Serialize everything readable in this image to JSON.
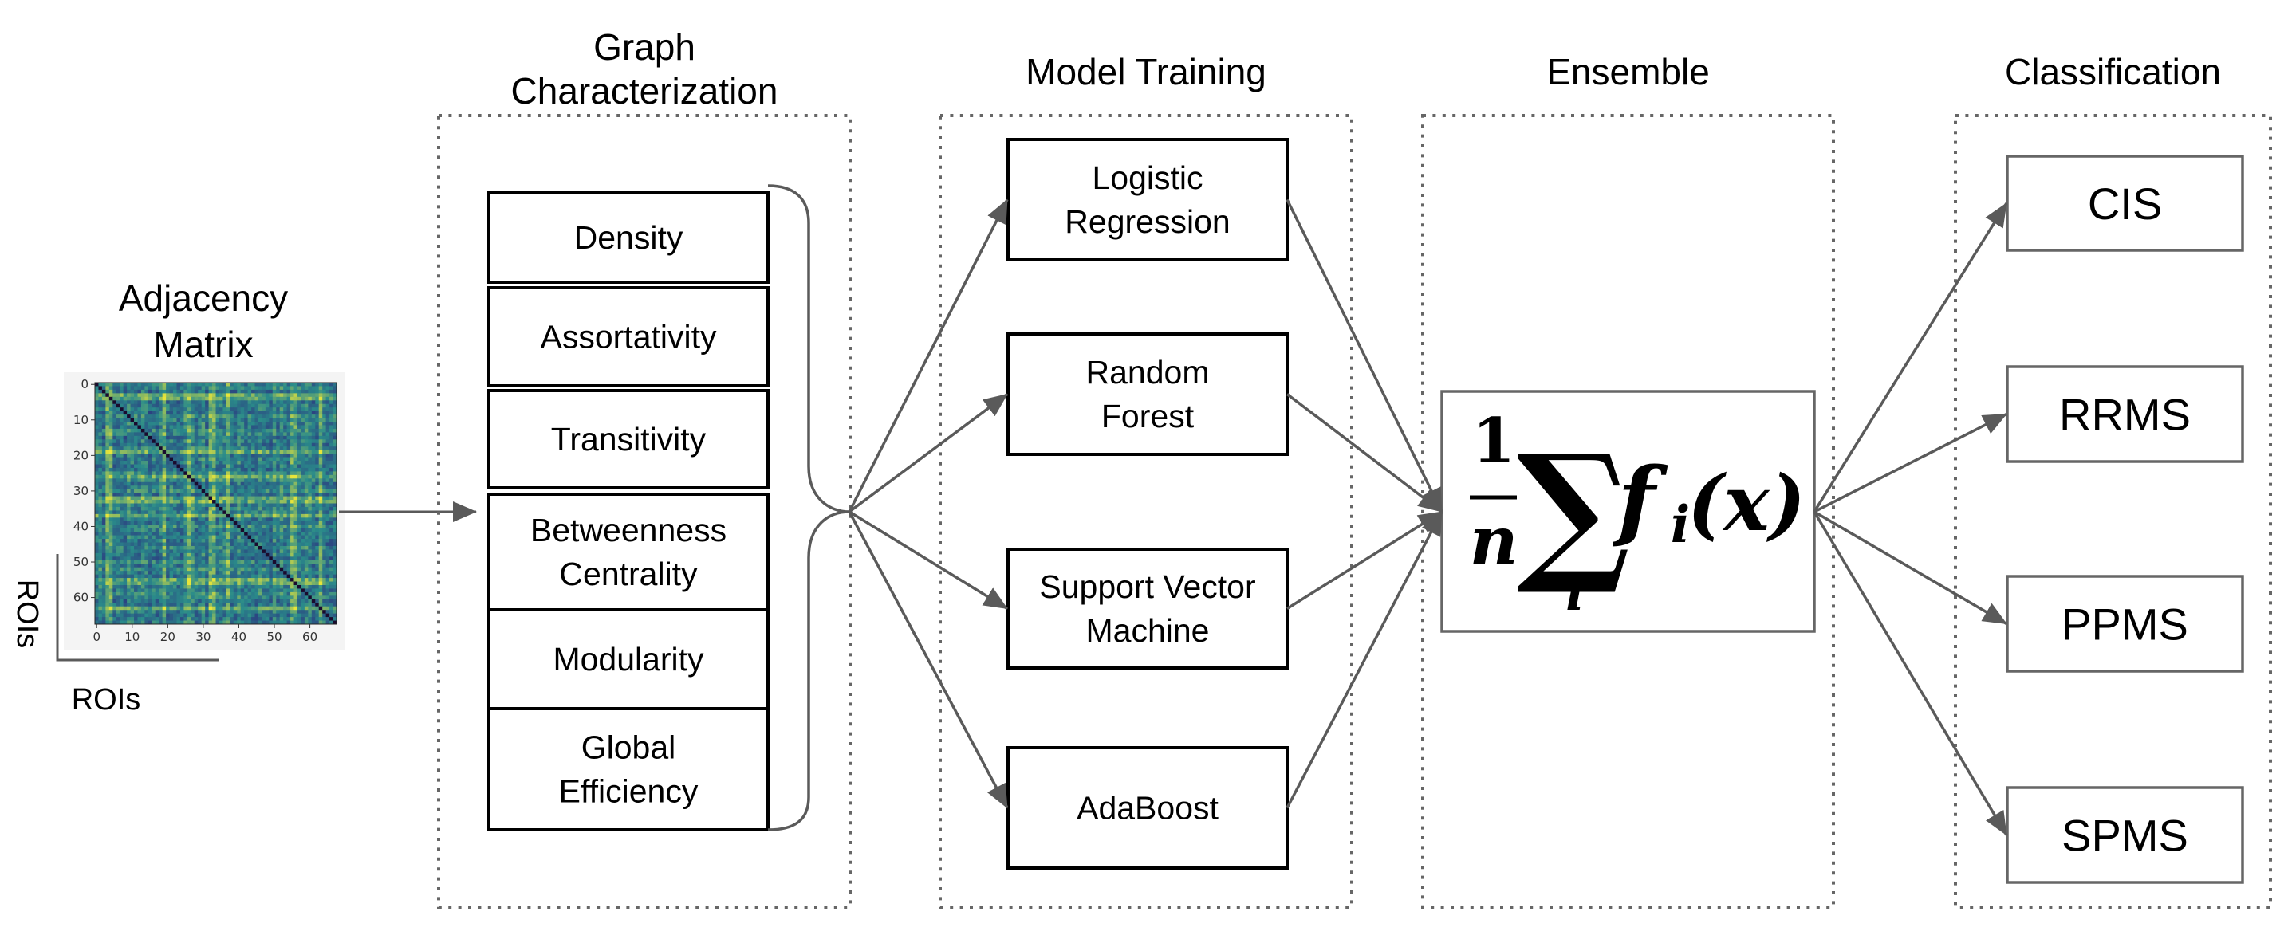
{
  "colors": {
    "connector": "#5a5a5a",
    "dotted_frame": "#666666",
    "box_border_dark": "#000000",
    "box_border_gray": "#666666",
    "matrix_panel": "#f4f4f4",
    "viridis_low": "#2c2f7f",
    "viridis_mid": "#2a8b8a",
    "viridis_high": "#e8e53a",
    "diagonal": "#1a0b2e"
  },
  "input": {
    "title_line1": "Adjacency",
    "title_line2": "Matrix",
    "x_axis_label": "ROIs",
    "y_axis_label": "ROIs",
    "x_ticks": [
      "0",
      "10",
      "20",
      "30",
      "40",
      "50",
      "60"
    ],
    "y_ticks": [
      "0",
      "10",
      "20",
      "30",
      "40",
      "50",
      "60"
    ],
    "matrix_size": 68
  },
  "stages": [
    {
      "id": "graph",
      "header_lines": [
        "Graph",
        "Characterization"
      ],
      "items": [
        {
          "lines": [
            "Density"
          ]
        },
        {
          "lines": [
            "Assortativity"
          ]
        },
        {
          "lines": [
            "Transitivity"
          ]
        },
        {
          "lines": [
            "Betweenness",
            "Centrality"
          ]
        },
        {
          "lines": [
            "Modularity"
          ]
        },
        {
          "lines": [
            "Global",
            "Efficiency"
          ]
        }
      ]
    },
    {
      "id": "training",
      "header_lines": [
        "Model Training"
      ],
      "items": [
        {
          "lines": [
            "Logistic",
            "Regression"
          ]
        },
        {
          "lines": [
            "Random",
            "Forest"
          ]
        },
        {
          "lines": [
            "Support Vector",
            "Machine"
          ]
        },
        {
          "lines": [
            "AdaBoost"
          ]
        }
      ]
    },
    {
      "id": "ensemble",
      "header_lines": [
        "Ensemble"
      ],
      "formula": {
        "numerator": "1",
        "denominator": "n",
        "operator": "∑",
        "subscript": "i",
        "function": "f",
        "function_sub": "i",
        "argument": "(x)"
      }
    },
    {
      "id": "classification",
      "header_lines": [
        "Classification"
      ],
      "items": [
        {
          "lines": [
            "CIS"
          ]
        },
        {
          "lines": [
            "RRMS"
          ]
        },
        {
          "lines": [
            "PPMS"
          ]
        },
        {
          "lines": [
            "SPMS"
          ]
        }
      ]
    }
  ]
}
